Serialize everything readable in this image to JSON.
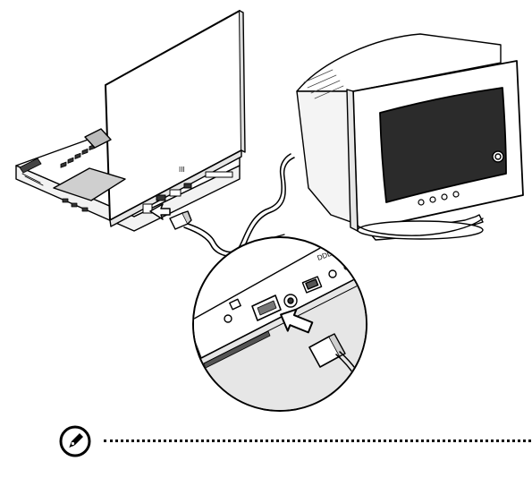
{
  "figure": {
    "subject": "laptop-connected-to-external-crt-monitor",
    "laptop_label": "III",
    "callout_port_label": "DDD"
  },
  "note": {
    "icon": "note-pen-icon"
  },
  "colors": {
    "line": "#000000",
    "screen": "#2b2b2b",
    "shade": "#cfcfcf",
    "light_shade": "#e6e6e6",
    "background": "#ffffff"
  }
}
